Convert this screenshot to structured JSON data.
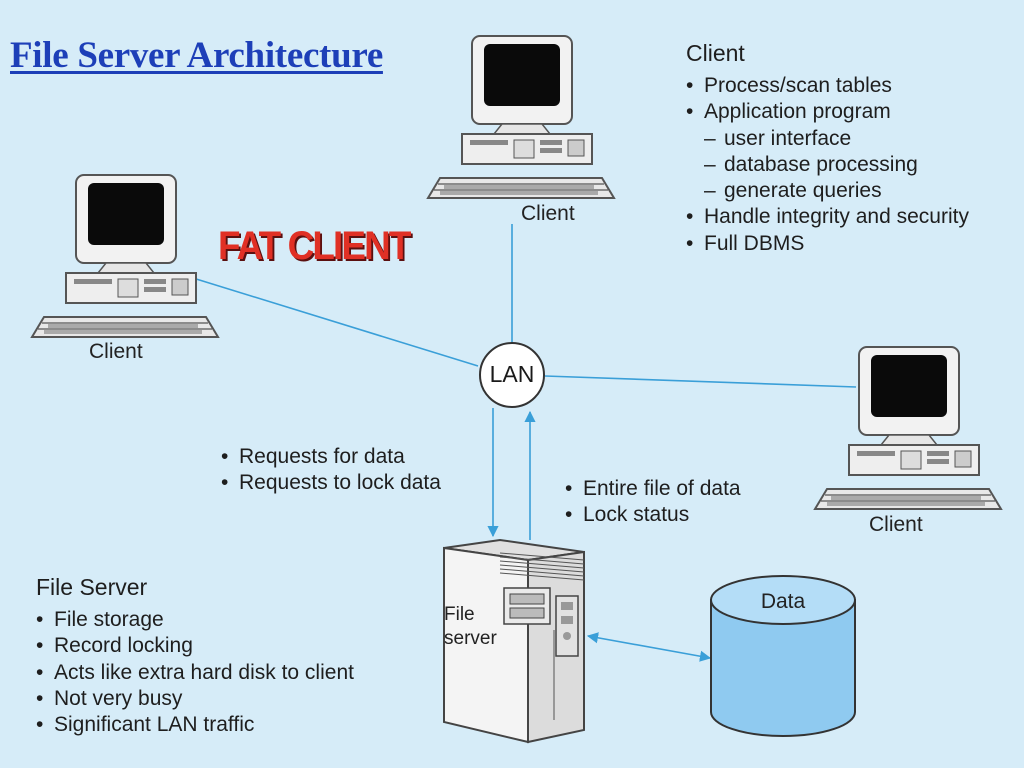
{
  "title": "File Server Architecture",
  "fat_client_label": "FAT CLIENT",
  "client_label": "Client",
  "lan_label": "LAN",
  "client_info": {
    "heading": "Client",
    "items": [
      {
        "text": "Process/scan tables",
        "type": "bullet"
      },
      {
        "text": "Application program",
        "type": "bullet"
      },
      {
        "text": "user interface",
        "type": "dash"
      },
      {
        "text": "database processing",
        "type": "dash"
      },
      {
        "text": "generate queries",
        "type": "dash"
      },
      {
        "text": "Handle integrity and security",
        "type": "bullet"
      },
      {
        "text": "Full DBMS",
        "type": "bullet"
      }
    ]
  },
  "requests": [
    "Requests for data",
    "Requests to lock data"
  ],
  "responses": [
    "Entire file of data",
    "Lock status"
  ],
  "file_server_info": {
    "heading": "File Server",
    "items": [
      "File storage",
      "Record locking",
      "Acts like extra hard disk to client",
      "Not very busy",
      "Significant LAN traffic"
    ]
  },
  "file_server_label": {
    "line1": "File",
    "line2": "server"
  },
  "data_label": "Data",
  "colors": {
    "background": "#d6ecf8",
    "title": "#1d3fb8",
    "fat_client": "#e03025",
    "connector": "#3a9fd8",
    "database": "#8fcaf0"
  }
}
